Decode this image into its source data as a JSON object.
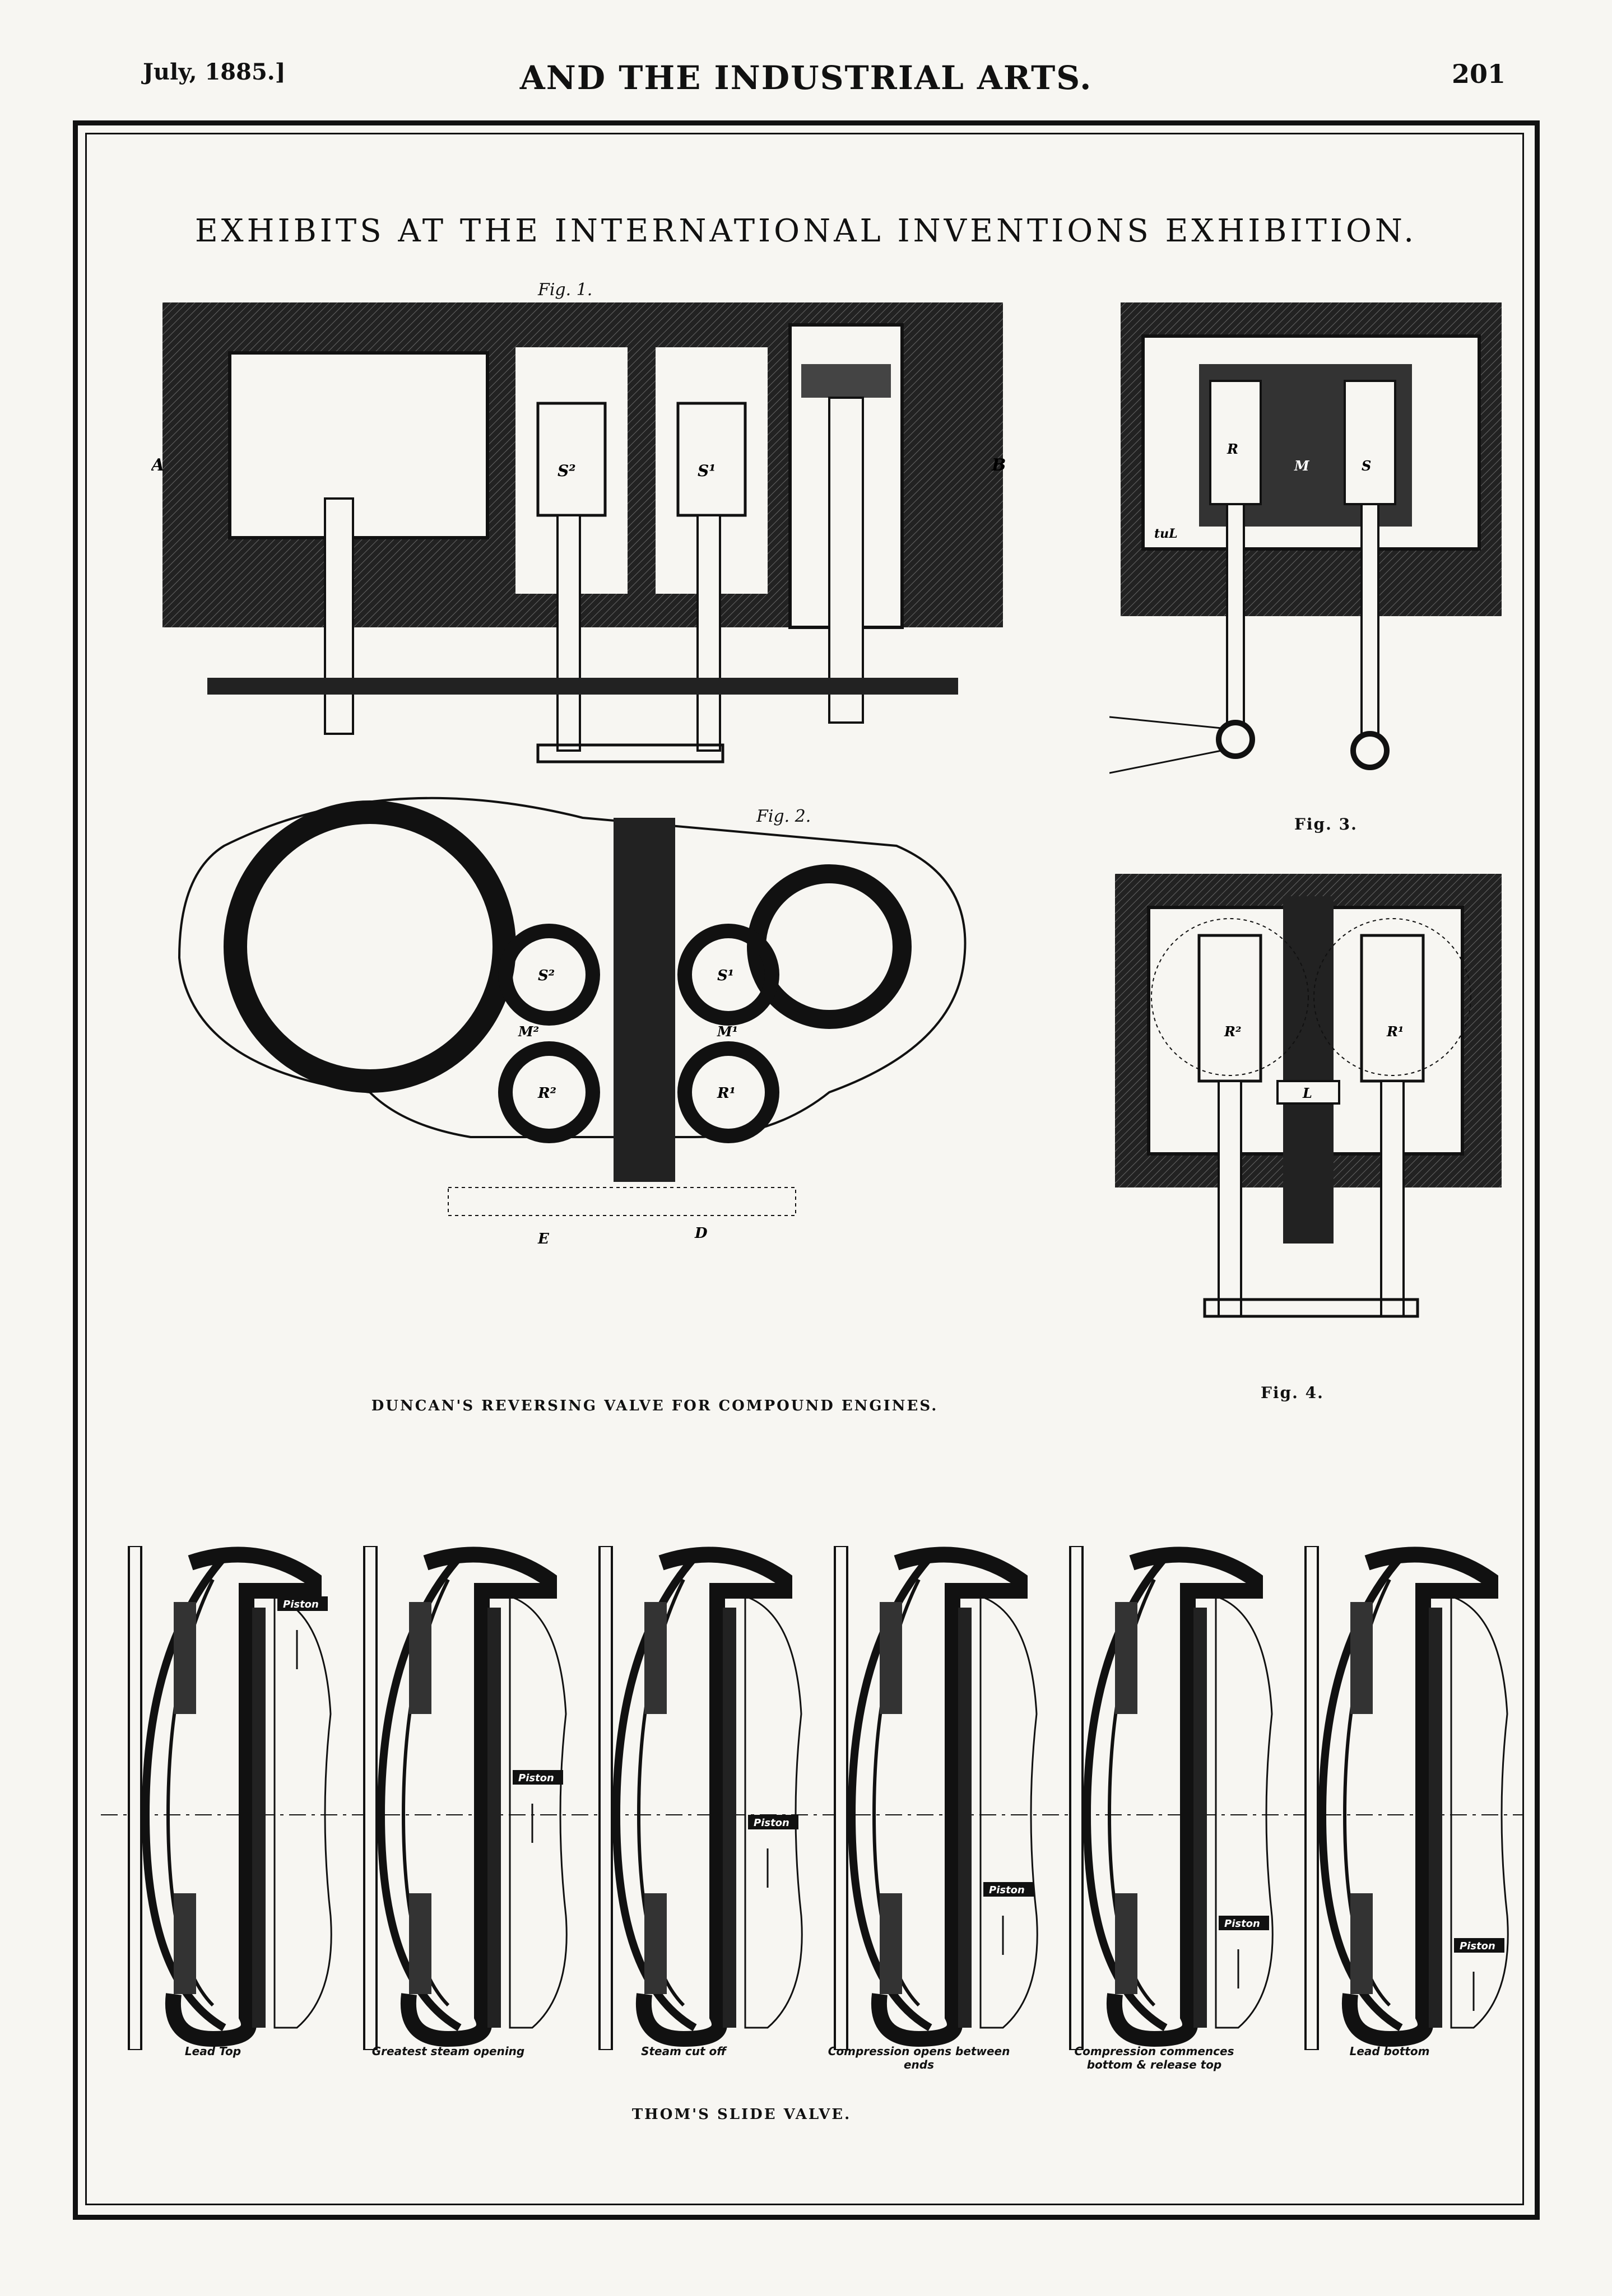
{
  "header": {
    "left": "July, 1885.]",
    "center": "AND THE INDUSTRIAL ARTS.",
    "right": "201"
  },
  "title": "EXHIBITS AT THE INTERNATIONAL INVENTIONS EXHIBITION.",
  "duncan": {
    "fig1_label": "Fig. 1.",
    "fig2_label": "Fig. 2.",
    "fig3_caption": "Fig. 3.",
    "fig4_caption": "Fig. 4.",
    "caption": "DUNCAN'S REVERSING VALVE FOR COMPOUND ENGINES.",
    "fig1_marks": {
      "a": "A",
      "b": "B",
      "s2": "S²",
      "s1": "S¹"
    },
    "fig2_marks": {
      "s2": "S²",
      "s1": "S¹",
      "m2": "M²",
      "m1": "M¹",
      "r2": "R²",
      "r1": "R¹",
      "e": "E",
      "d": "D"
    },
    "fig3_marks": {
      "r": "R",
      "m": "M",
      "s": "S",
      "tul": "tuL"
    },
    "fig4_marks": {
      "r2": "R²",
      "r1": "R¹",
      "l": "L"
    }
  },
  "thom": {
    "caption": "THOM'S SLIDE VALVE.",
    "piston_label": "Piston",
    "phases": [
      "Lead Top",
      "Greatest steam opening",
      "Steam cut off",
      "Compression opens between ends",
      "Compression commences bottom & release top",
      "Lead bottom"
    ]
  }
}
